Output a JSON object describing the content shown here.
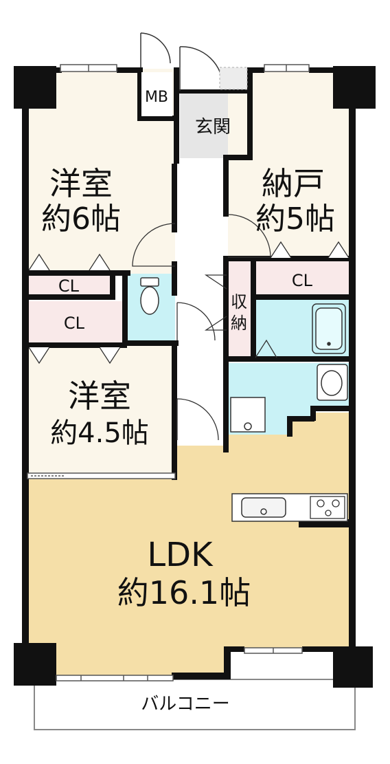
{
  "colors": {
    "wall": "#111111",
    "western_room": "#fbf6ea",
    "closet": "#f9e9e9",
    "ldk": "#f5dfa8",
    "wet_area": "#c9f2f6",
    "entrance": "#e6e6e6",
    "entrance_step": "#d9d0bc"
  },
  "rooms": {
    "western_6": {
      "name": "洋室",
      "size": "約6帖"
    },
    "western_45": {
      "name": "洋室",
      "size": "約4.5帖"
    },
    "storeroom": {
      "name": "納戸",
      "size": "約5帖"
    },
    "ldk": {
      "name": "LDK",
      "size": "約16.1帖"
    }
  },
  "labels": {
    "mb": "MB",
    "entrance": "玄関",
    "closet_1": "CL",
    "closet_2": "CL",
    "closet_3": "CL",
    "storage_line1": "収",
    "storage_line2": "納",
    "balcony": "バルコニー"
  },
  "icons": [
    "toilet-icon",
    "bathtub-icon",
    "washbasin-icon",
    "washer-pan-icon",
    "kitchen-sink-icon",
    "gas-stove-icon"
  ]
}
